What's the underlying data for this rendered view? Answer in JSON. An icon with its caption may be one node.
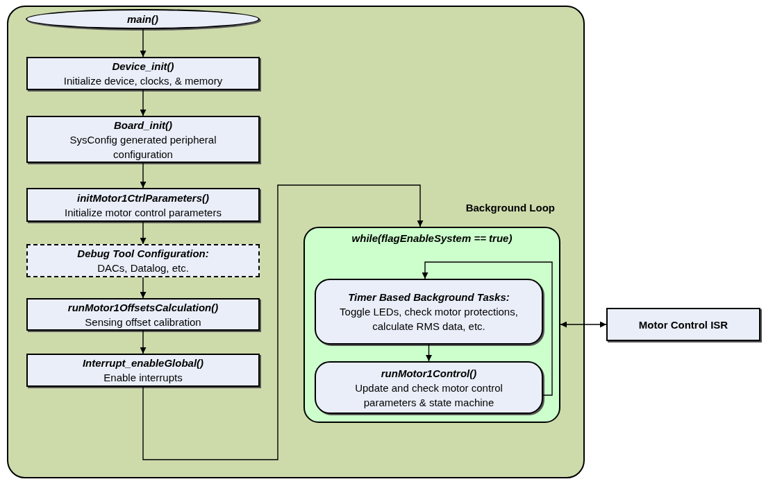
{
  "diagram": {
    "nodes": [
      {
        "text": [],
        "shape": "box"
      },
      {
        "text": [
          "main()"
        ],
        "in": 0
      },
      {
        "text": [
          "Device_init()",
          "Initialize device, clocks, & memory"
        ],
        "in": 0
      },
      {
        "text": [
          "Board_init()",
          "SysConfig generated peripheral configuration"
        ],
        "in": 0
      },
      {
        "text": [
          "initMotor1CtrlParameters()",
          "Initialize motor control parameters"
        ],
        "in": 0
      },
      {
        "text": [
          "Debug Tool Configuration:",
          "DACs, Datalog, etc."
        ],
        "in": 0
      },
      {
        "text": [
          "runMotor1OffsetsCalculation()",
          "Sensing offset calibration"
        ],
        "in": 0
      },
      {
        "text": [
          "Interrupt_enableGlobal()",
          "Enable interrupts"
        ],
        "in": 0
      },
      {
        "text": [
          "Background Loop",
          "while(flagEnableSystem == true)"
        ],
        "in": 0
      },
      {
        "text": [
          "Timer Based Background Tasks:",
          "Toggle LEDs, check motor protections, calculate RMS data, etc."
        ],
        "in": 8
      },
      {
        "text": [
          "runMotor1Control()",
          "Update and check motor control parameters & state machine"
        ],
        "in": 8
      },
      {
        "text": [
          "Motor Control ISR"
        ]
      }
    ],
    "edges": [
      {
        "from": 1,
        "to": 2,
        "arrow": "to"
      },
      {
        "from": 2,
        "to": 3,
        "arrow": "to"
      },
      {
        "from": 3,
        "to": 4,
        "arrow": "to"
      },
      {
        "from": 4,
        "to": 5,
        "arrow": "to"
      },
      {
        "from": 5,
        "to": 6,
        "arrow": "to"
      },
      {
        "from": 6,
        "to": 7,
        "arrow": "to"
      },
      {
        "from": 7,
        "to": 8,
        "arrow": "to"
      },
      {
        "from": 9,
        "to": 10,
        "arrow": "to"
      },
      {
        "from": 10,
        "to": 9,
        "arrow": "to"
      },
      {
        "from": 8,
        "to": 11,
        "arrow": "both"
      }
    ]
  }
}
